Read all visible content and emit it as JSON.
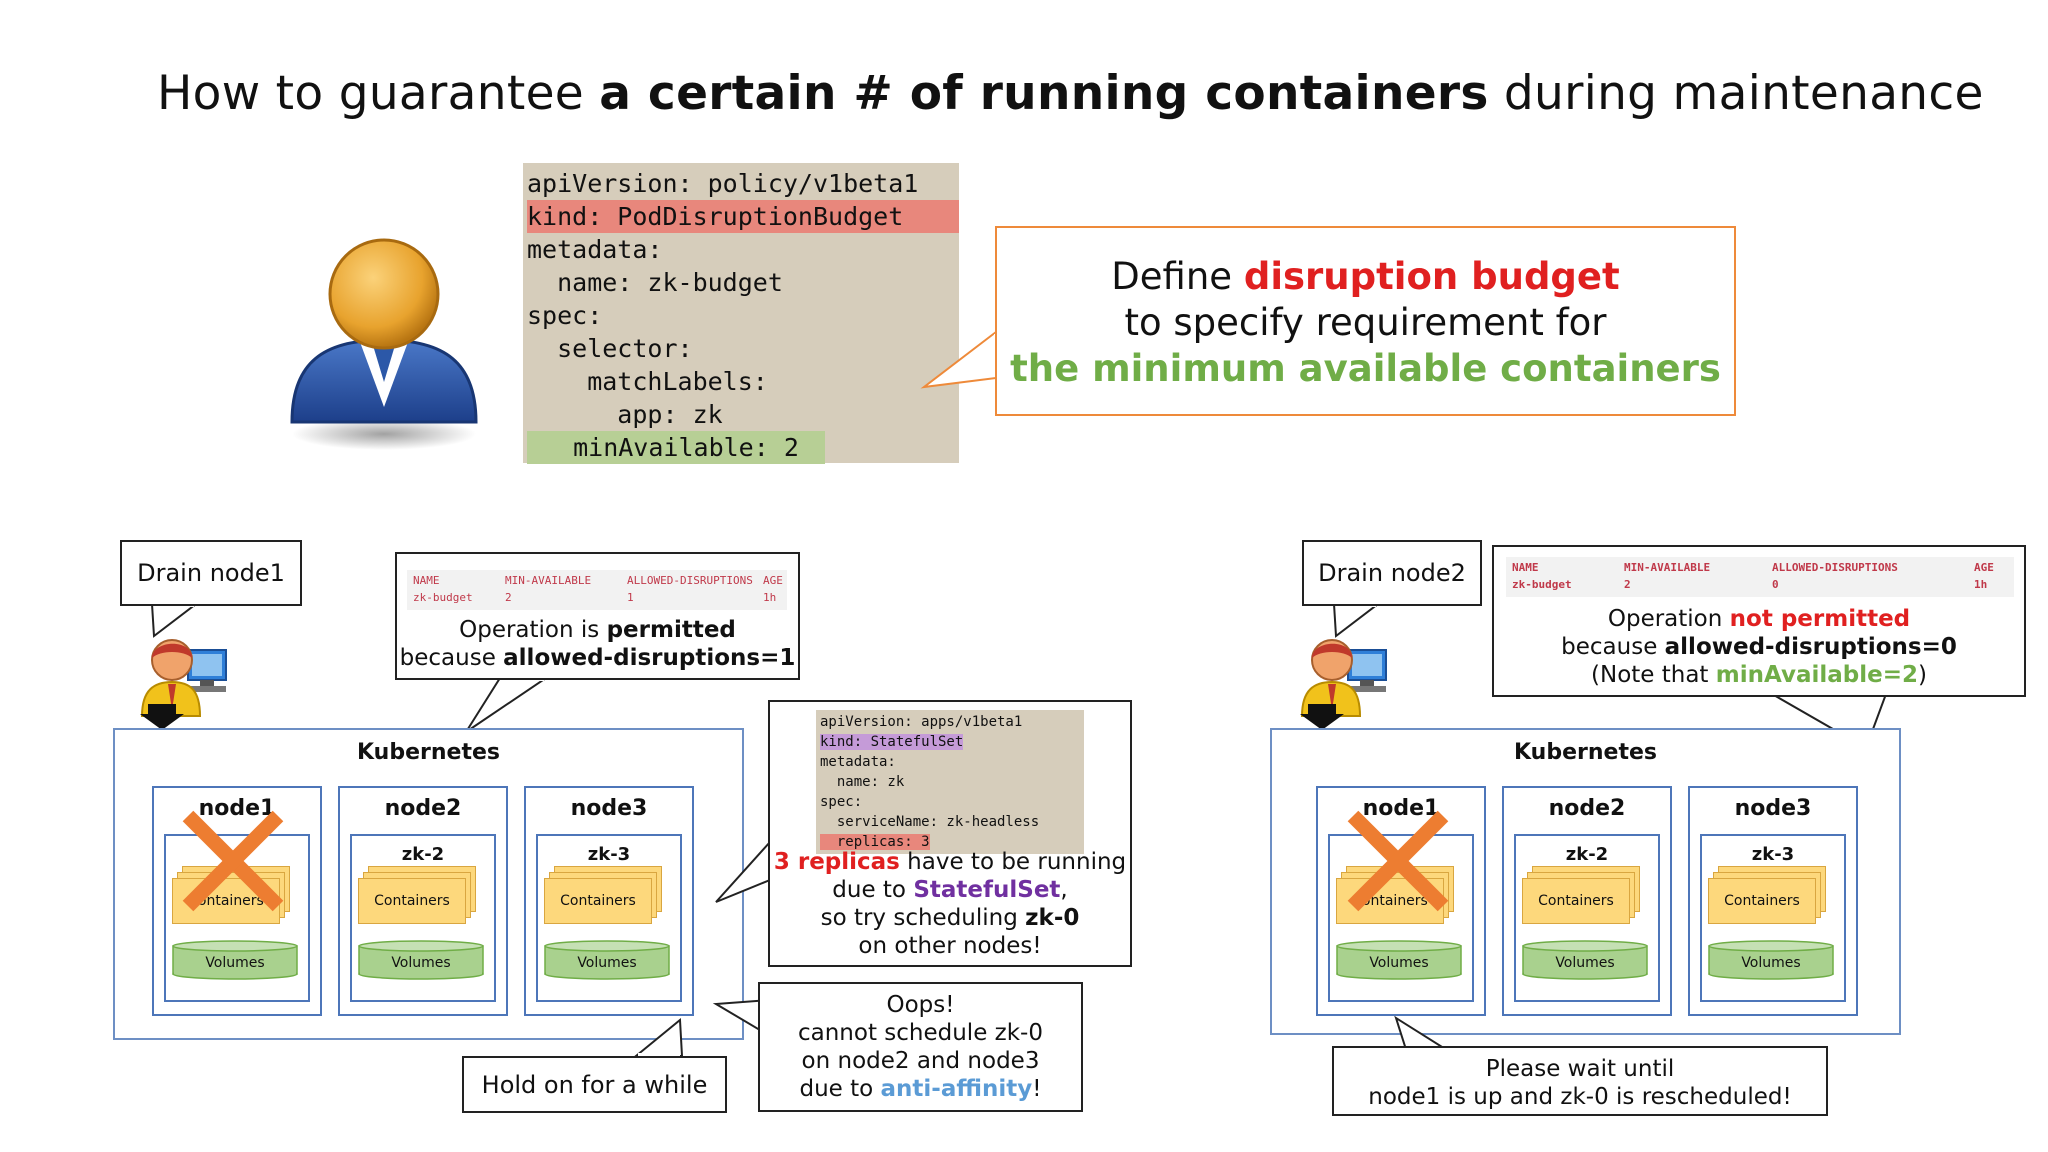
{
  "title": {
    "part1": "How to guarantee ",
    "bold": "a certain # of running containers",
    "part2": " during maintenance"
  },
  "yaml_main": [
    "apiVersion: policy/v1beta1",
    "kind: PodDisruptionBudget",
    "metadata:",
    "  name: zk-budget",
    "spec:",
    "  selector:",
    "    matchLabels:",
    "      app: zk",
    "  minAvailable: 2"
  ],
  "define_callout": {
    "line1_pre": "Define ",
    "line1_red": "disruption budget",
    "line2": "to specify requirement for",
    "line3_green": "the minimum available containers"
  },
  "left": {
    "drain_label": "Drain node1",
    "table_header": [
      "NAME",
      "MIN-AVAILABLE",
      "ALLOWED-DISRUPTIONS",
      "AGE"
    ],
    "table_row": [
      "zk-budget",
      "2",
      "1",
      "1h"
    ],
    "op_line1_pre": "Operation is ",
    "op_line1_bold": "permitted",
    "op_line2_pre": "because ",
    "op_line2_bold": "allowed-disruptions=1",
    "k8s_label": "Kubernetes",
    "nodes": [
      {
        "name": "node1",
        "zk": "",
        "containers": "Containers",
        "volumes": "Volumes"
      },
      {
        "name": "node2",
        "zk": "zk-2",
        "containers": "Containers",
        "volumes": "Volumes"
      },
      {
        "name": "node3",
        "zk": "zk-3",
        "containers": "Containers",
        "volumes": "Volumes"
      }
    ],
    "statefulset_code": [
      "apiVersion: apps/v1beta1",
      "kind: StatefulSet",
      "metadata:",
      "  name: zk",
      "spec:",
      "  serviceName: zk-headless",
      "  replicas: 3"
    ],
    "replicas_red": "3 replicas",
    "replicas_rest": " have to be running",
    "due_pre": "due to ",
    "due_purple": "StatefulSet",
    "due_post": ",",
    "try_pre": "so try scheduling ",
    "try_bold": "zk-0",
    "other_nodes": "on other nodes!",
    "hold_label": "Hold on for a while",
    "oops_line1": "Oops!",
    "oops_line2": "cannot schedule zk-0",
    "oops_line3": "on node2 and node3",
    "oops_line4_pre": "due to ",
    "oops_line4_blue": "anti-affinity",
    "oops_line4_post": "!"
  },
  "right": {
    "drain_label": "Drain node2",
    "table_header": [
      "NAME",
      "MIN-AVAILABLE",
      "ALLOWED-DISRUPTIONS",
      "AGE"
    ],
    "table_row": [
      "zk-budget",
      "2",
      "0",
      "1h"
    ],
    "op_line1_pre": "Operation ",
    "op_line1_red": "not permitted",
    "op_line2_pre": "because ",
    "op_line2_bold": "allowed-disruptions=0",
    "op_line3_pre": "(Note that ",
    "op_line3_green": "minAvailable=2",
    "op_line3_post": ")",
    "k8s_label": "Kubernetes",
    "nodes": [
      {
        "name": "node1",
        "zk": "",
        "containers": "Containers",
        "volumes": "Volumes"
      },
      {
        "name": "node2",
        "zk": "zk-2",
        "containers": "Containers",
        "volumes": "Volumes"
      },
      {
        "name": "node3",
        "zk": "zk-3",
        "containers": "Containers",
        "volumes": "Volumes"
      }
    ],
    "wait_line1": "Please wait until",
    "wait_line2": "node1 is up and zk-0 is rescheduled!"
  },
  "colors": {
    "red": "#e02020",
    "green": "#70ad47",
    "purple": "#7030a0",
    "blue": "#5b9bd5",
    "orange": "#ee8a3a",
    "node_border": "#4d76b9"
  }
}
